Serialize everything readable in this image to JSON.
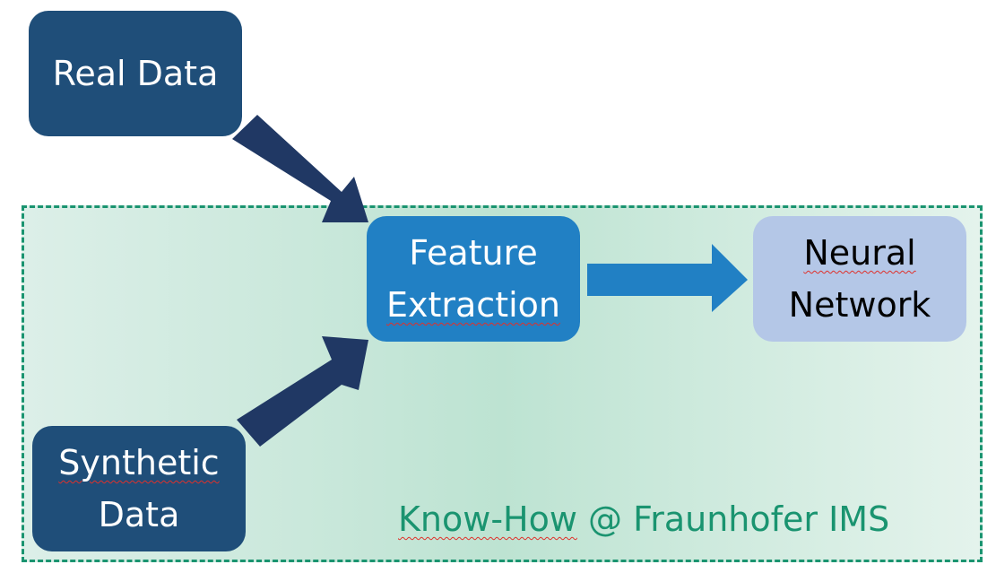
{
  "nodes": {
    "real_data": {
      "line1": "Real Data"
    },
    "synthetic_data": {
      "line1": "Synthetic",
      "line2": "Data"
    },
    "feature_extraction": {
      "line1": "Feature",
      "line2": "Extraction"
    },
    "neural_network": {
      "line1": "Neural",
      "line2": "Network"
    }
  },
  "region": {
    "label_part1": "Know-How",
    "label_part2": " @ Fraunhofer IMS"
  },
  "colors": {
    "dark_box": "#1f4e79",
    "mid_box": "#2180c4",
    "light_box": "#b4c7e7",
    "arrow_dark": "#203864",
    "arrow_blue": "#2180c4",
    "region_border": "#1a9470"
  }
}
